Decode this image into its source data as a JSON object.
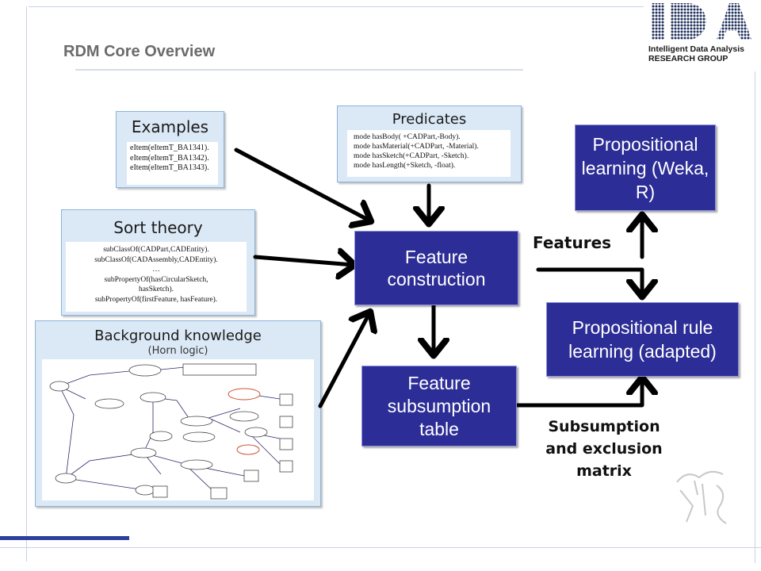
{
  "slide": {
    "title": "RDM Core Overview"
  },
  "logo": {
    "letters": "IDA",
    "line1": "Intelligent Data Analysis",
    "line2": "RESEARCH GROUP"
  },
  "examples": {
    "title": "Examples",
    "lines": [
      "eItem(eItemT_BA1341).",
      "eItem(eItemT_BA1342).",
      "eItem(eItemT_BA1343)."
    ]
  },
  "predicates": {
    "title": "Predicates",
    "lines": [
      "mode hasBody( +CADPart,-Body).",
      "mode hasMaterial(+CADPart, -Material).",
      "mode hasSketch(+CADPart, -Sketch).",
      "mode hasLength(+Sketch, -float)."
    ]
  },
  "sort_theory": {
    "title": "Sort theory",
    "lines": [
      "subClassOf(CADPart,CADEntity).",
      "subClassOf(CADAssembly,CADEntity).",
      "…",
      "subPropertyOf(hasCircularSketch,",
      "hasSketch).",
      "subPropertyOf(firstFeature, hasFeature)."
    ]
  },
  "background": {
    "title": "Background knowledge",
    "subtitle": "(Horn logic)"
  },
  "boxes": {
    "feature_construction": "Feature construction",
    "feature_subsumption": "Feature subsumption table",
    "propositional_learning": "Propositional learning (Weka, R)",
    "propositional_rule": "Propositional rule learning (adapted)"
  },
  "labels": {
    "features": "Features",
    "subsumption": "Subsumption and exclusion matrix"
  },
  "colors": {
    "box_blue": "#2c2d96",
    "panel_fill": "#dbe9f6",
    "arrow": "#000000"
  }
}
